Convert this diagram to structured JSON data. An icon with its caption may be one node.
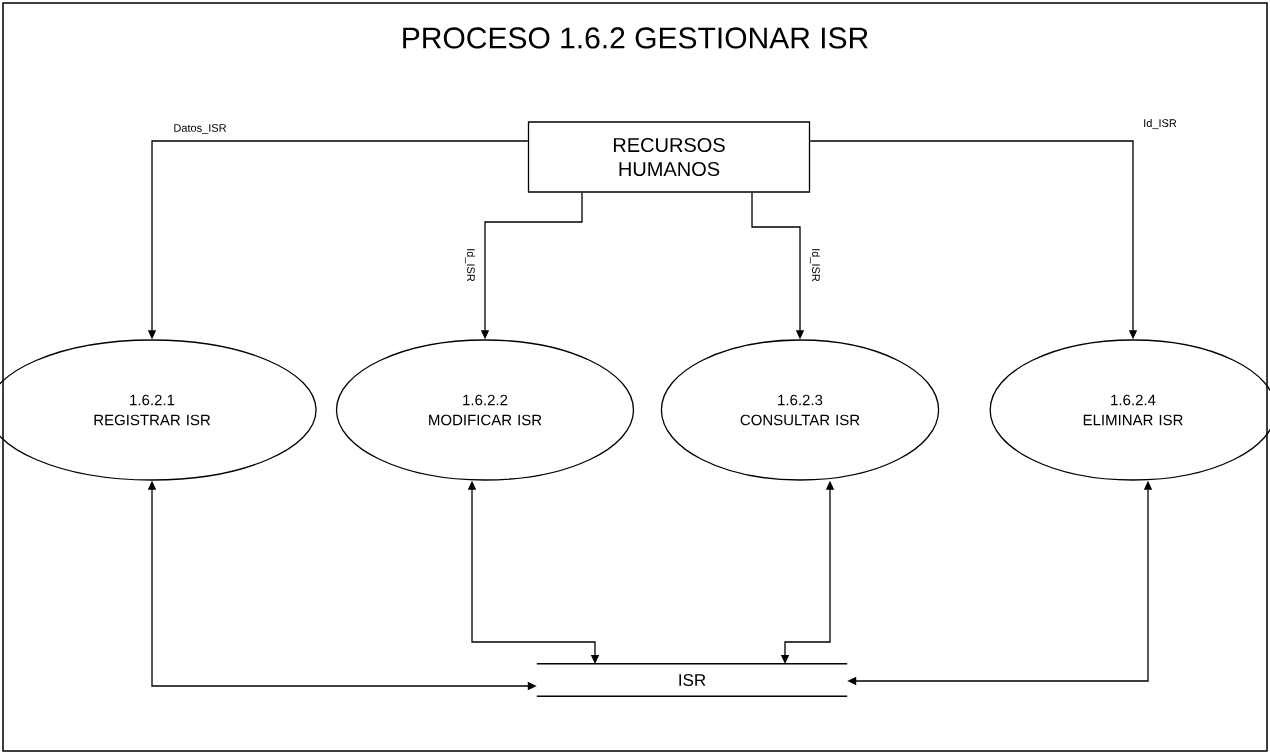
{
  "diagram": {
    "title": "PROCESO 1.6.2 GESTIONAR ISR",
    "nodes": [
      {
        "text": [
          "RECURSOS HUMANOS"
        ]
      },
      {
        "text": [
          "1.6.2.1",
          "REGISTRAR ISR"
        ]
      },
      {
        "text": [
          "1.6.2.2",
          "MODIFICAR ISR"
        ]
      },
      {
        "text": [
          "1.6.2.3",
          "CONSULTAR ISR"
        ]
      },
      {
        "text": [
          "1.6.2.4",
          "ELIMINAR ISR"
        ]
      },
      {
        "text": [
          "ISR"
        ]
      }
    ],
    "edges": [
      {
        "from": 0,
        "to": 1,
        "arrow": "to",
        "label": "Datos_ISR"
      },
      {
        "from": 0,
        "to": 2,
        "arrow": "to",
        "label": "Id_ISR"
      },
      {
        "from": 0,
        "to": 3,
        "arrow": "to",
        "label": "Id_ISR"
      },
      {
        "from": 0,
        "to": 4,
        "arrow": "to",
        "label": "Id_ISR"
      },
      {
        "from": 1,
        "to": 5,
        "arrow": "both"
      },
      {
        "from": 2,
        "to": 5,
        "arrow": "both"
      },
      {
        "from": 3,
        "to": 5,
        "arrow": "both"
      },
      {
        "from": 4,
        "to": 5,
        "arrow": "both"
      }
    ]
  }
}
